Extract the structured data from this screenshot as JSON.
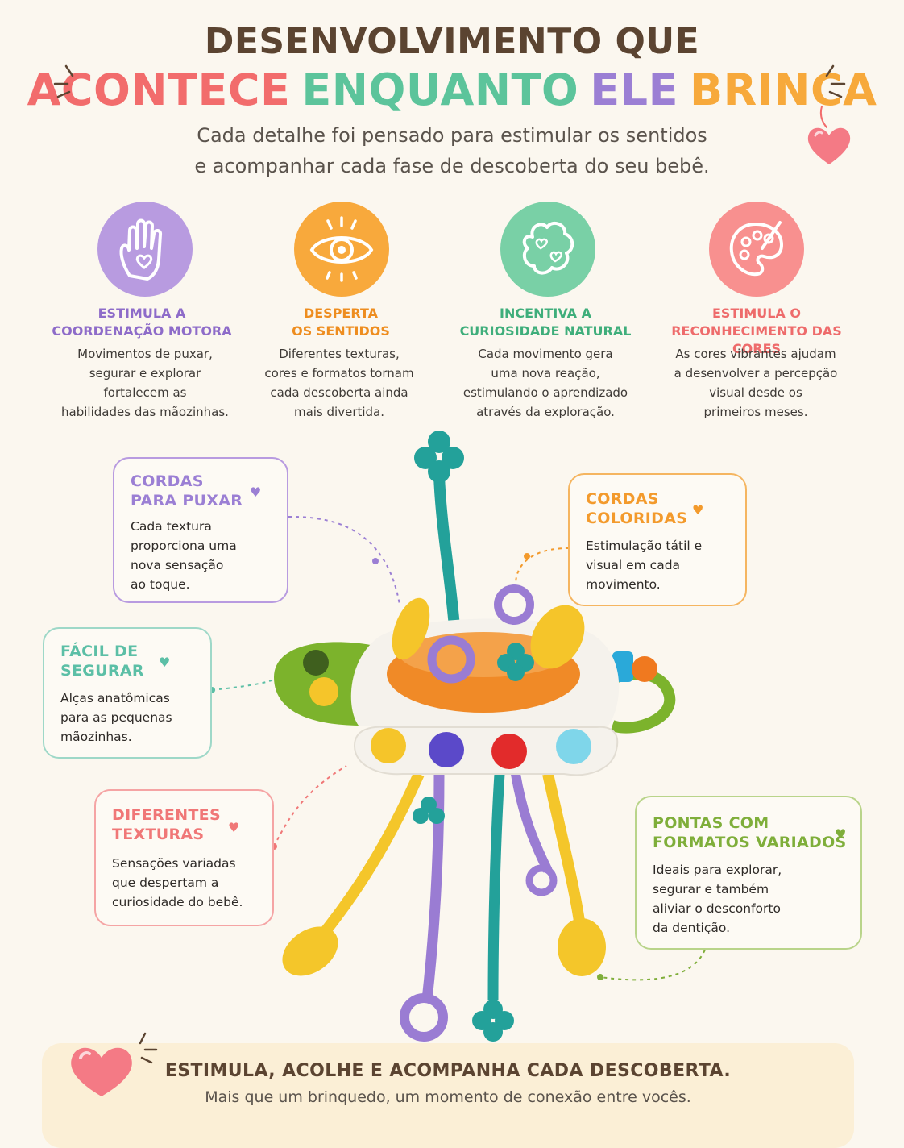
{
  "header": {
    "title_line1": "DESENVOLVIMENTO QUE",
    "title_line2": [
      {
        "text": "ACONTECE",
        "color": "#f26c6c"
      },
      {
        "text": "ENQUANTO",
        "color": "#5cc49b"
      },
      {
        "text": "ELE",
        "color": "#9b7fd4"
      },
      {
        "text": "BRINCA",
        "color": "#f7a93b"
      }
    ],
    "subtitle_line1": "Cada detalhe foi pensado para estimular os sentidos",
    "subtitle_line2": "e acompanhar cada fase de descoberta do seu bebê."
  },
  "features": [
    {
      "icon": "hand-heart-icon",
      "color": "#b89be0",
      "title1": "ESTIMULA A",
      "title2": "COORDENAÇÃO MOTORA",
      "title_color": "#8e6cc9",
      "desc": [
        "Movimentos de puxar,",
        "segurar e explorar",
        "fortalecem as",
        "habilidades das mãozinhas."
      ]
    },
    {
      "icon": "eye-icon",
      "color": "#f8a93c",
      "title1": "DESPERTA",
      "title2": "OS SENTIDOS",
      "title_color": "#ee8d1f",
      "desc": [
        "Diferentes texturas,",
        "cores e formatos tornam",
        "cada descoberta ainda",
        "mais divertida."
      ]
    },
    {
      "icon": "brain-heart-icon",
      "color": "#79d0a6",
      "title1": "INCENTIVA A",
      "title2": "CURIOSIDADE NATURAL",
      "title_color": "#3fae7b",
      "desc": [
        "Cada movimento gera",
        "uma nova reação,",
        "estimulando o aprendizado",
        "através da exploração."
      ]
    },
    {
      "icon": "palette-icon",
      "color": "#f8908f",
      "title1": "ESTIMULA O",
      "title2": "RECONHECIMENTO DAS CORES",
      "title_color": "#ee6b6b",
      "desc": [
        "As cores vibrantes ajudam",
        "a desenvolver a percepção",
        "visual desde os",
        "primeiros meses."
      ]
    }
  ],
  "callouts": {
    "cordas_puxar": {
      "title1": "CORDAS",
      "title2": "PARA PUXAR",
      "color": "#9b7fd4",
      "desc": [
        "Cada textura",
        "proporciona uma",
        "nova sensação",
        "ao toque."
      ]
    },
    "cordas_coloridas": {
      "title1": "CORDAS",
      "title2": "COLORIDAS",
      "color": "#f39a2c",
      "desc": [
        "Estimulação tátil e",
        "visual em cada",
        "movimento."
      ]
    },
    "facil_segurar": {
      "title1": "FÁCIL DE",
      "title2": "SEGURAR",
      "color": "#5cbfa6",
      "desc": [
        "Alças anatômicas",
        "para as pequenas",
        "mãozinhas."
      ]
    },
    "diferentes_texturas": {
      "title1": "DIFERENTES",
      "title2": "TEXTURAS",
      "color": "#f07777",
      "desc": [
        "Sensações variadas",
        "que despertam a",
        "curiosidade do bebê."
      ]
    },
    "pontas_formatos": {
      "title1": "PONTAS COM",
      "title2": "FORMATOS VARIADOS",
      "color": "#7fae3a",
      "desc": [
        "Ideais para explorar,",
        "segurar e também",
        "aliviar o desconforto",
        "da dentição."
      ]
    }
  },
  "heart_glyph": "♥",
  "banner": {
    "title": "ESTIMULA, ACOLHE E ACOMPANHA CADA DESCOBERTA.",
    "subtitle": "Mais que um brinquedo, um momento de conexão entre vocês."
  }
}
